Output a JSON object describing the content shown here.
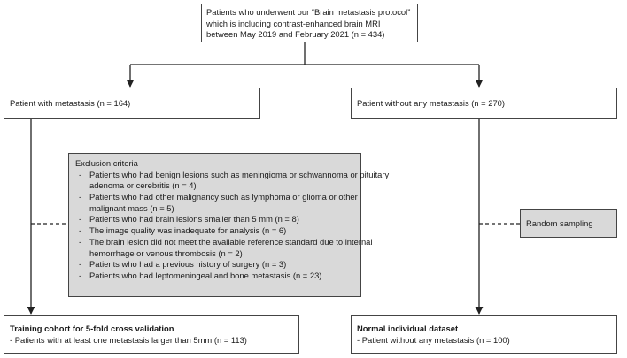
{
  "top": {
    "lines": [
      "Patients who underwent our “Brain metastasis protocol”",
      "which is including contrast-enhanced brain MRI",
      "between May 2019 and February 2021 (n = 434)"
    ]
  },
  "left": {
    "label": "Patient with metastasis (n = 164)"
  },
  "right": {
    "label": "Patient without any metastasis (n = 270)"
  },
  "exclusion": {
    "title": "Exclusion criteria",
    "items": [
      [
        "Patients who had benign lesions such as meningioma or schwannoma or pituitary",
        "adenoma or cerebritis (n = 4)"
      ],
      [
        "Patients who had other malignancy such as lymphoma or glioma or other",
        "malignant mass (n = 5)"
      ],
      [
        "Patients who had brain lesions smaller than 5 mm (n = 8)"
      ],
      [
        "The image quality was inadequate for analysis (n = 6)"
      ],
      [
        "The brain lesion did not meet the available reference standard due to internal",
        "hemorrhage or venous thrombosis (n = 2)"
      ],
      [
        "Patients who had a previous history of surgery (n = 3)"
      ],
      [
        "Patients who had leptomeningeal and bone metastasis (n = 23)"
      ]
    ]
  },
  "random": {
    "label": "Random sampling"
  },
  "training": {
    "title": "Training cohort for 5-fold cross validation",
    "detail": "- Patients with at least one metastasis larger than 5mm (n = 113)"
  },
  "normal": {
    "title": "Normal individual dataset",
    "detail": "- Patient without any metastasis (n = 100)"
  }
}
